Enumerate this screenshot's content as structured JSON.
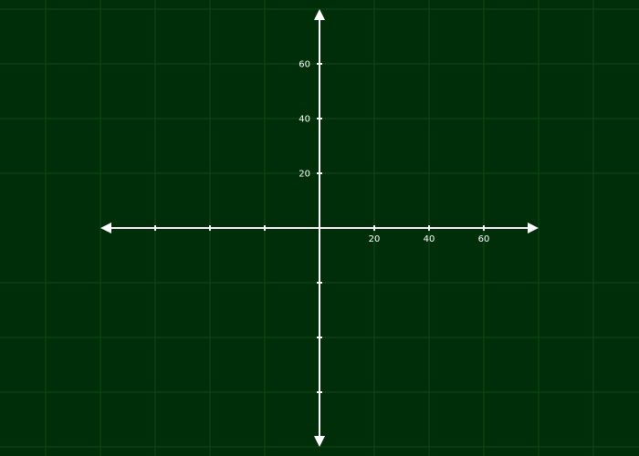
{
  "chart_data": {
    "type": "scatter",
    "title": "",
    "xlabel": "",
    "ylabel": "",
    "xlim": [
      -80,
      80
    ],
    "ylim": [
      -80,
      80
    ],
    "grid": true,
    "grid_step": 20,
    "x_ticks": [
      -60,
      -40,
      -20,
      20,
      40,
      60
    ],
    "y_ticks": [
      -60,
      -40,
      -20,
      20,
      40,
      60
    ],
    "x_tick_labels": [
      "",
      "",
      "",
      "20",
      "40",
      "60"
    ],
    "y_tick_labels": [
      "",
      "",
      "",
      "20",
      "40",
      "60"
    ],
    "series": [],
    "colors": {
      "background": "#002e08",
      "grid": "#0c4a18",
      "axis": "#ffffff",
      "text": "#ffffff"
    }
  }
}
